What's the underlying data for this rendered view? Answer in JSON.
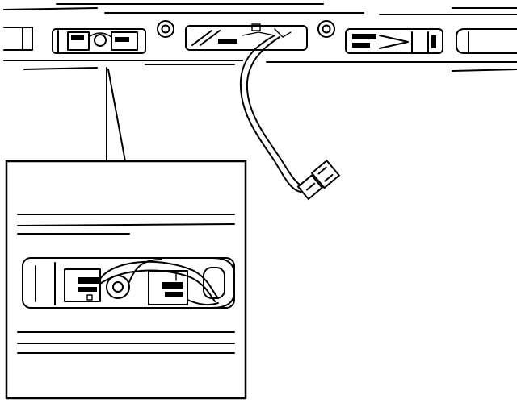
{
  "diagram": {
    "kind": "technical-line-drawing",
    "line_color": "#000000",
    "background_color": "#ffffff",
    "components": {
      "rail": "rail",
      "lamp_units": [
        "lamp-unit-1",
        "lamp-unit-2",
        "lamp-unit-3",
        "lamp-unit-4"
      ],
      "mounting_bolts": [
        "mounting-bolt-1",
        "mounting-bolt-2"
      ],
      "harness": "wire-harness",
      "connector": "harness-connector",
      "detail": "detail-inset"
    }
  }
}
